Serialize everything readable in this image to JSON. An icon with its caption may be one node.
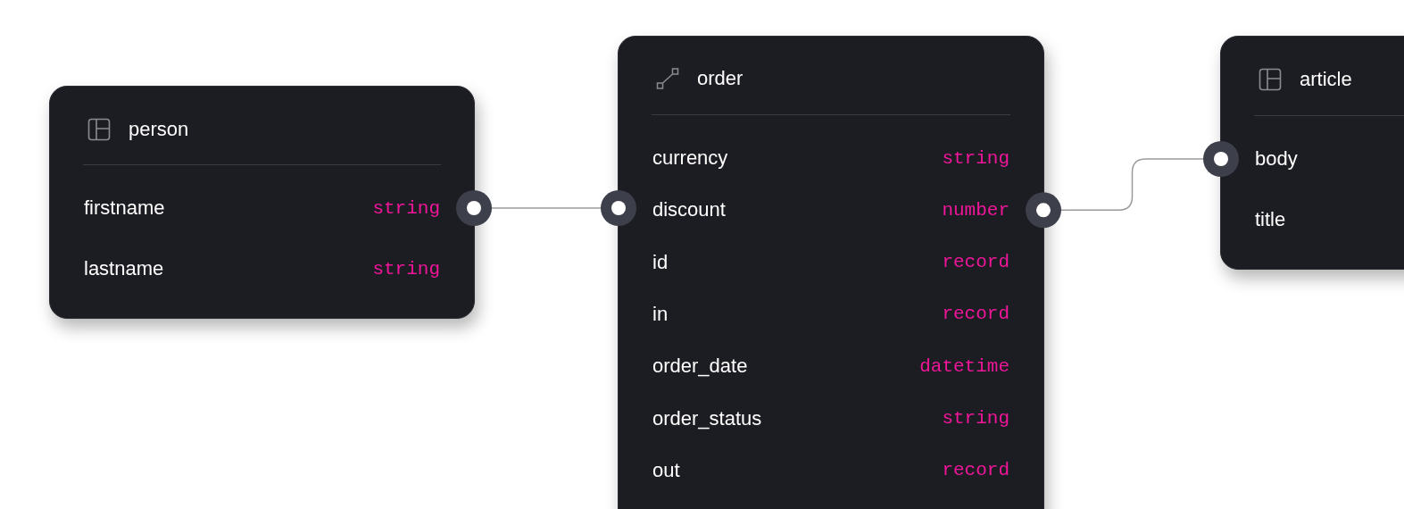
{
  "diagram": {
    "nodes": [
      {
        "text": [
          "person"
        ]
      },
      {
        "text": [
          "firstname",
          "string"
        ],
        "in": 0
      },
      {
        "text": [
          "lastname",
          "string"
        ],
        "in": 0
      },
      {
        "text": [
          "order"
        ]
      },
      {
        "text": [
          "currency",
          "string"
        ],
        "in": 3
      },
      {
        "text": [
          "discount",
          "number"
        ],
        "in": 3
      },
      {
        "text": [
          "id",
          "record"
        ],
        "in": 3
      },
      {
        "text": [
          "in",
          "record"
        ],
        "in": 3
      },
      {
        "text": [
          "order_date",
          "datetime"
        ],
        "in": 3
      },
      {
        "text": [
          "order_status",
          "string"
        ],
        "in": 3
      },
      {
        "text": [
          "out",
          "record"
        ],
        "in": 3
      },
      {
        "text": [
          "article"
        ]
      },
      {
        "text": [
          "body"
        ],
        "in": 11
      },
      {
        "text": [
          "title"
        ],
        "in": 11
      }
    ],
    "edges": [
      {
        "from": 1,
        "to": 5,
        "arrow": "other"
      },
      {
        "from": 5,
        "to": 12,
        "arrow": "other"
      }
    ]
  }
}
